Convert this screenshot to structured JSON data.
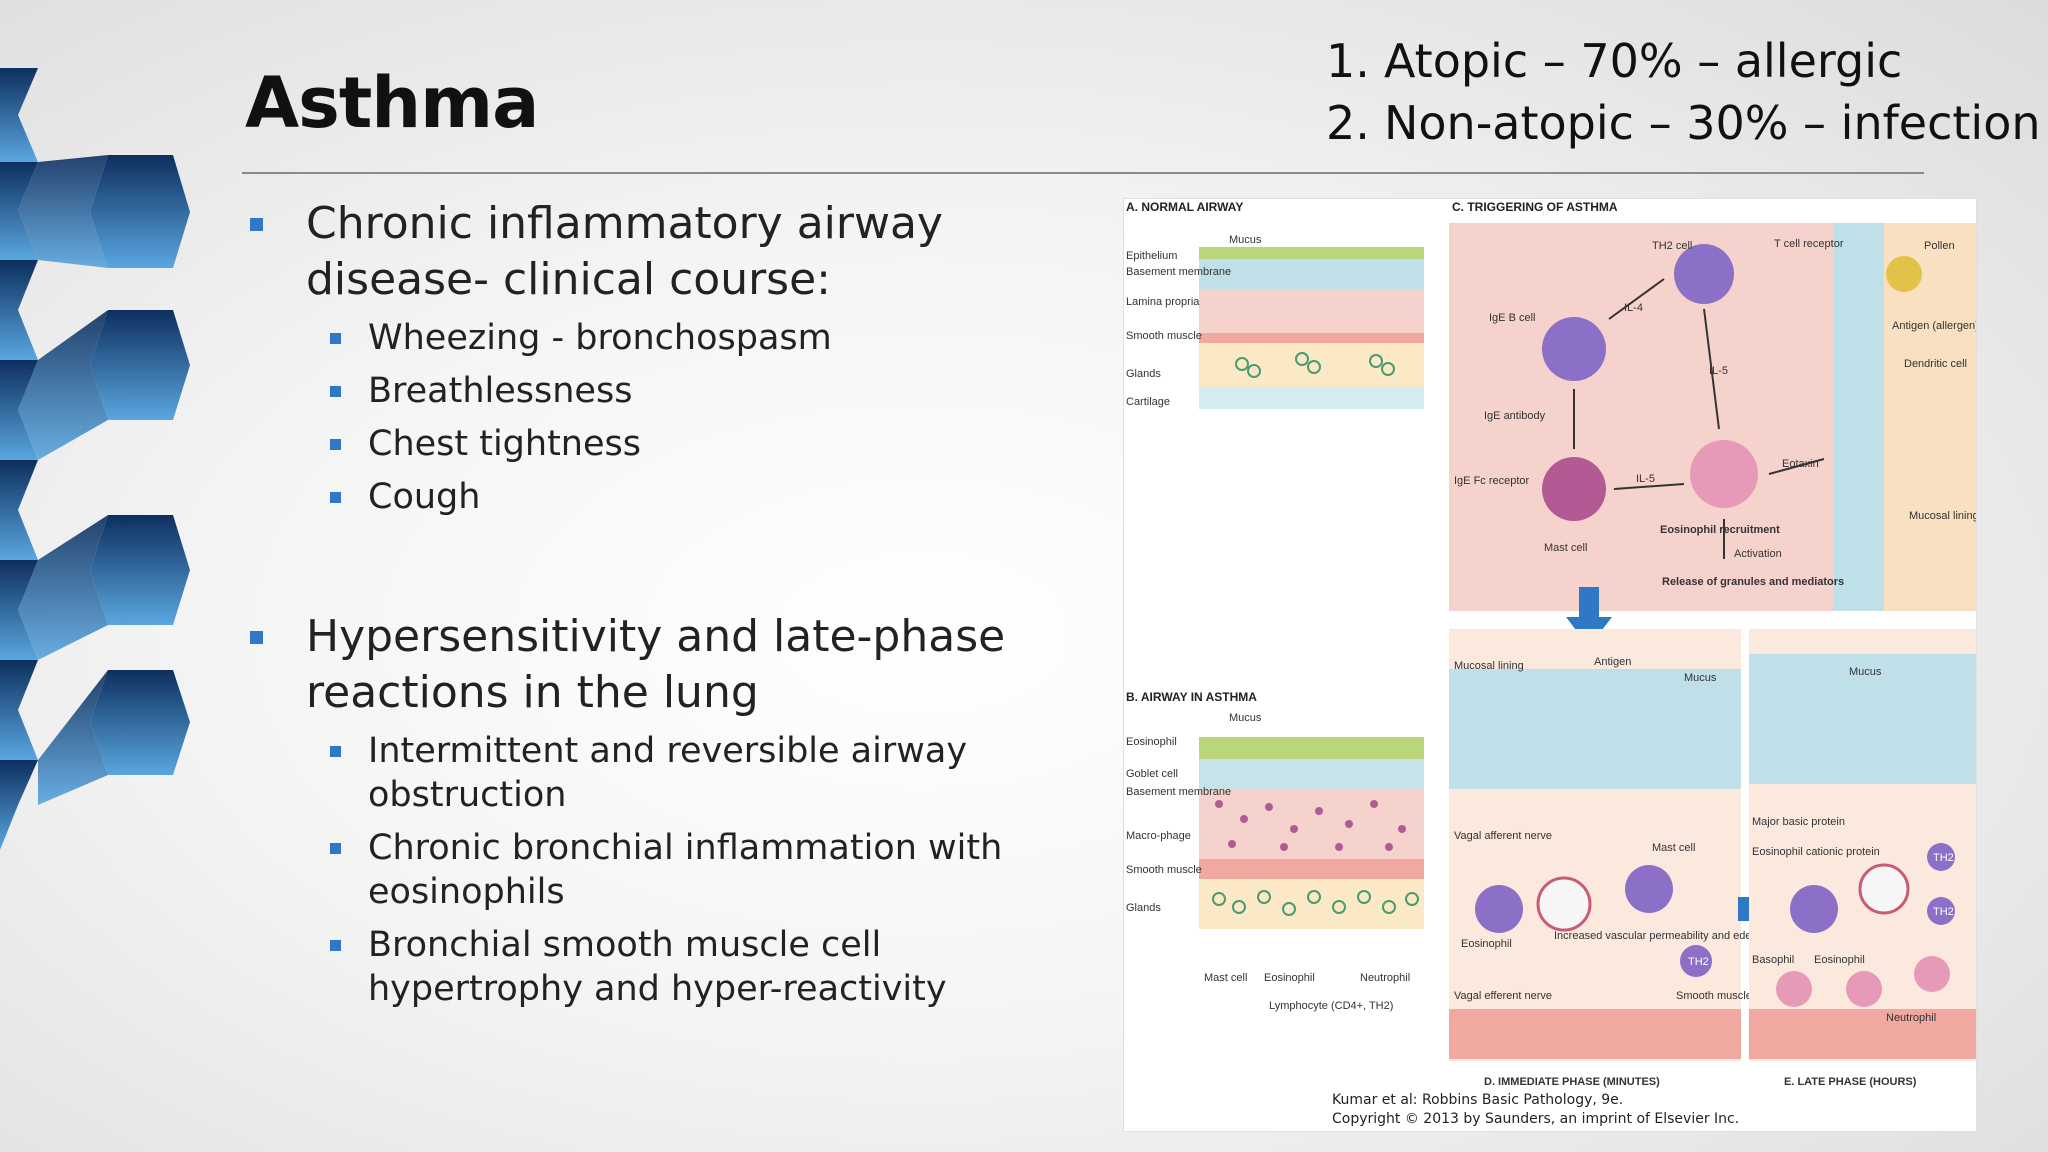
{
  "slide": {
    "title": "Asthma",
    "types": [
      {
        "num": "1.",
        "text": "Atopic – 70% – allergic"
      },
      {
        "num": "2.",
        "text": "Non-atopic – 30% –  infection"
      }
    ],
    "bullets": [
      {
        "text": "Chronic inflammatory airway disease- clinical course:",
        "sub": [
          "Wheezing - bronchospasm",
          "Breathlessness",
          "Chest tightness",
          "Cough"
        ]
      },
      {
        "text": "Hypersensitivity and late-phase reactions in the lung",
        "sub": [
          "Intermittent and reversible airway obstruction",
          "Chronic bronchial inflammation with eosinophils",
          "Bronchial smooth muscle cell hypertrophy and hyper-reactivity"
        ]
      }
    ]
  },
  "figure": {
    "panel_a": {
      "title": "A. NORMAL AIRWAY",
      "labels": [
        "Mucus",
        "Epithelium",
        "Basement membrane",
        "Lamina propria",
        "Smooth muscle",
        "Glands",
        "Cartilage"
      ]
    },
    "panel_b": {
      "title": "B. AIRWAY IN ASTHMA",
      "labels": [
        "Mucus",
        "Eosinophil",
        "Goblet cell",
        "Basement membrane",
        "Macro-phage",
        "Smooth muscle",
        "Glands",
        "Mast cell",
        "Eosinophil",
        "Neutrophil",
        "Lymphocyte (CD4+, TH2)"
      ]
    },
    "panel_c": {
      "title": "C. TRIGGERING OF ASTHMA",
      "labels": [
        "TH2 cell",
        "T cell receptor",
        "Pollen",
        "IgE B cell",
        "IL-4",
        "Antigen (allergen)",
        "Dendritic cell",
        "IL-5",
        "IgE antibody",
        "IgE Fc receptor",
        "IL-5",
        "Eotaxin",
        "Mucosal lining",
        "Mast cell",
        "Eosinophil recruitment",
        "Activation",
        "Release of granules and mediators"
      ]
    },
    "panel_d": {
      "title": "D. IMMEDIATE PHASE (MINUTES)",
      "labels": [
        "Mucosal lining",
        "Antigen",
        "Mucus",
        "Vagal afferent nerve",
        "Mast cell",
        "Eosinophil",
        "Increased vascular permeability and edema",
        "TH2",
        "Vagal efferent nerve",
        "Smooth muscle"
      ]
    },
    "panel_e": {
      "title": "E. LATE PHASE (HOURS)",
      "labels": [
        "Mucus",
        "Major basic protein",
        "Eosinophil cationic protein",
        "TH2",
        "TH2",
        "Basophil",
        "Eosinophil",
        "Neutrophil"
      ]
    },
    "caption_1": "Kumar et al: Robbins Basic Pathology, 9e.",
    "caption_2": "Copyright © 2013  by Saunders, an imprint of Elsevier Inc."
  },
  "colors": {
    "accent": "#2e78c6",
    "hex_dark": "#0d2f5e",
    "hex_light": "#5aa6e0",
    "tissue_pink": "#f6d2cc",
    "mucus_green": "#b9d77a"
  }
}
